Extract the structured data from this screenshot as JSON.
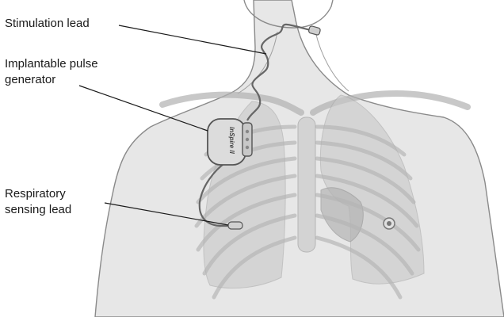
{
  "labels": {
    "stimulation_lead": "Stimulation lead",
    "ipg_line1": "Implantable pulse",
    "ipg_line2": "generator",
    "sensing_line1": "Respiratory",
    "sensing_line2": "sensing lead"
  },
  "device": {
    "brand_text": "InSpire II"
  },
  "colors": {
    "skin": "#e7e7e7",
    "body_outline": "#8a8a8a",
    "lungs": "#c8c8c8",
    "ribs": "#b4b4b4",
    "device": "#d9d9d9",
    "leader_lines": "#1a1a1a"
  }
}
